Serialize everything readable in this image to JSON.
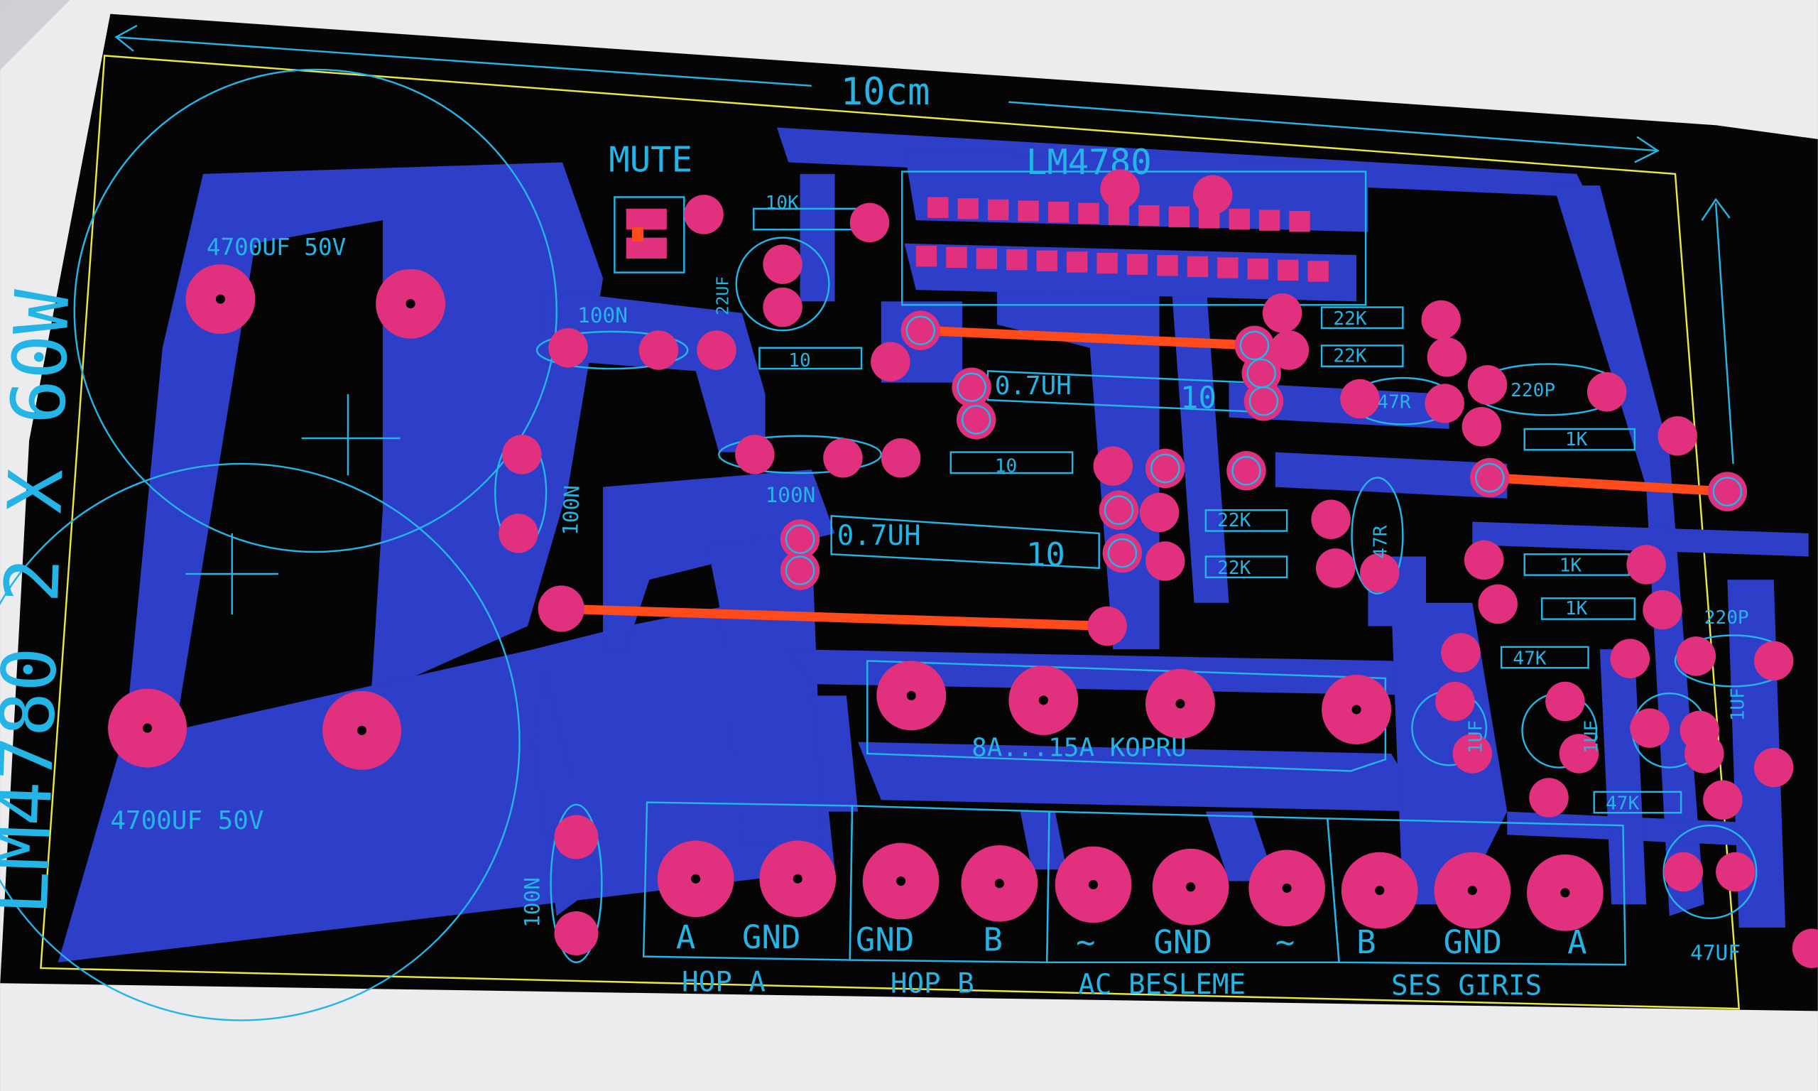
{
  "board": {
    "dimension_label": "10cm",
    "vertical_text": "LM4780 2 X 60W",
    "ic_label": "LM4780",
    "mute_label": "MUTE"
  },
  "components": {
    "cap_big_top": "4700UF 50V",
    "cap_big_bottom": "4700UF 50V",
    "cap_100n_1": "100N",
    "cap_100n_2": "100N",
    "cap_100n_3": "100N",
    "cap_100n_4": "100N",
    "cap_22uf": "22UF",
    "res_10k": "10K",
    "res_10_a": "10",
    "res_10_b": "10",
    "inductor_1": "0.7UH",
    "inductor_1_r": "10",
    "inductor_2": "0.7UH",
    "inductor_2_r": "10",
    "res_22k_1": "22K",
    "res_22k_2": "22K",
    "res_22k_3": "22K",
    "res_22k_4": "22K",
    "res_47r_1": "47R",
    "res_47r_2": "47R",
    "res_1k_1": "1K",
    "res_1k_2": "1K",
    "res_1k_3": "1K",
    "res_47k_1": "47K",
    "res_47k_2": "47K",
    "cap_220p_1": "220P",
    "cap_220p_2": "220P",
    "cap_1uf_1": "1UF",
    "cap_1uf_2": "1UF",
    "cap_1uf_3": "1UF",
    "cap_47uf": "47UF",
    "bridge": "8A...15A KOPRU"
  },
  "terminals": [
    {
      "pins": [
        "A",
        "GND"
      ],
      "group": "HOP A"
    },
    {
      "pins": [
        "GND",
        "B"
      ],
      "group": "HOP B"
    },
    {
      "pins": [
        "~",
        "GND",
        "~"
      ],
      "group": "AC BESLEME"
    },
    {
      "pins": [
        "B",
        "GND",
        "A"
      ],
      "group": "SES GIRIS"
    }
  ],
  "colors": {
    "board": "#050505",
    "copper": "#2d3fc8",
    "pad": "#e0307e",
    "silkscreen": "#25b4e6",
    "jumper": "#ff4a1c",
    "outline": "#e8e840"
  }
}
